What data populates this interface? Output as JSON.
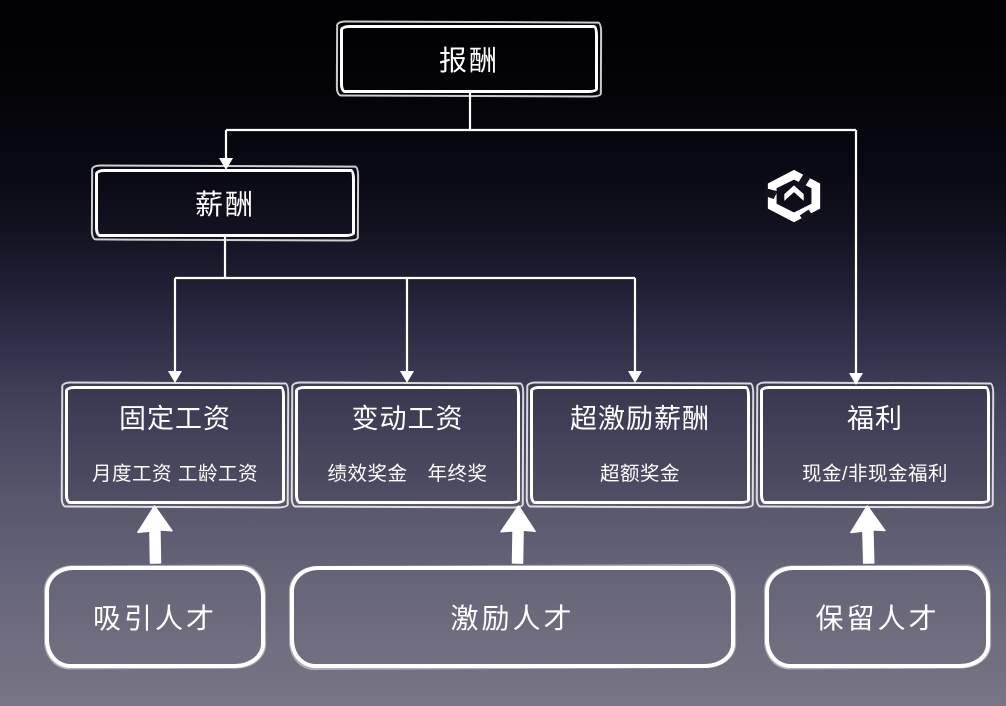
{
  "colors": {
    "line": "#ffffff",
    "text": "#ffffff",
    "background_top": "#010103",
    "background_bottom": "#787584"
  },
  "logo": {
    "icon": "hexagon-cube-logo"
  },
  "nodes": {
    "root": {
      "label": "报酬"
    },
    "salary": {
      "label": "薪酬"
    },
    "categories": [
      {
        "title": "固定工资",
        "subtitle": "月度工资 工龄工资"
      },
      {
        "title": "变动工资",
        "subtitle": "绩效奖金　年终奖"
      },
      {
        "title": "超激励薪酬",
        "subtitle": "超额奖金"
      },
      {
        "title": "福利",
        "subtitle": "现金/非现金福利"
      }
    ],
    "goals": [
      {
        "label": "吸引人才"
      },
      {
        "label": "激励人才"
      },
      {
        "label": "保留人才"
      }
    ]
  }
}
